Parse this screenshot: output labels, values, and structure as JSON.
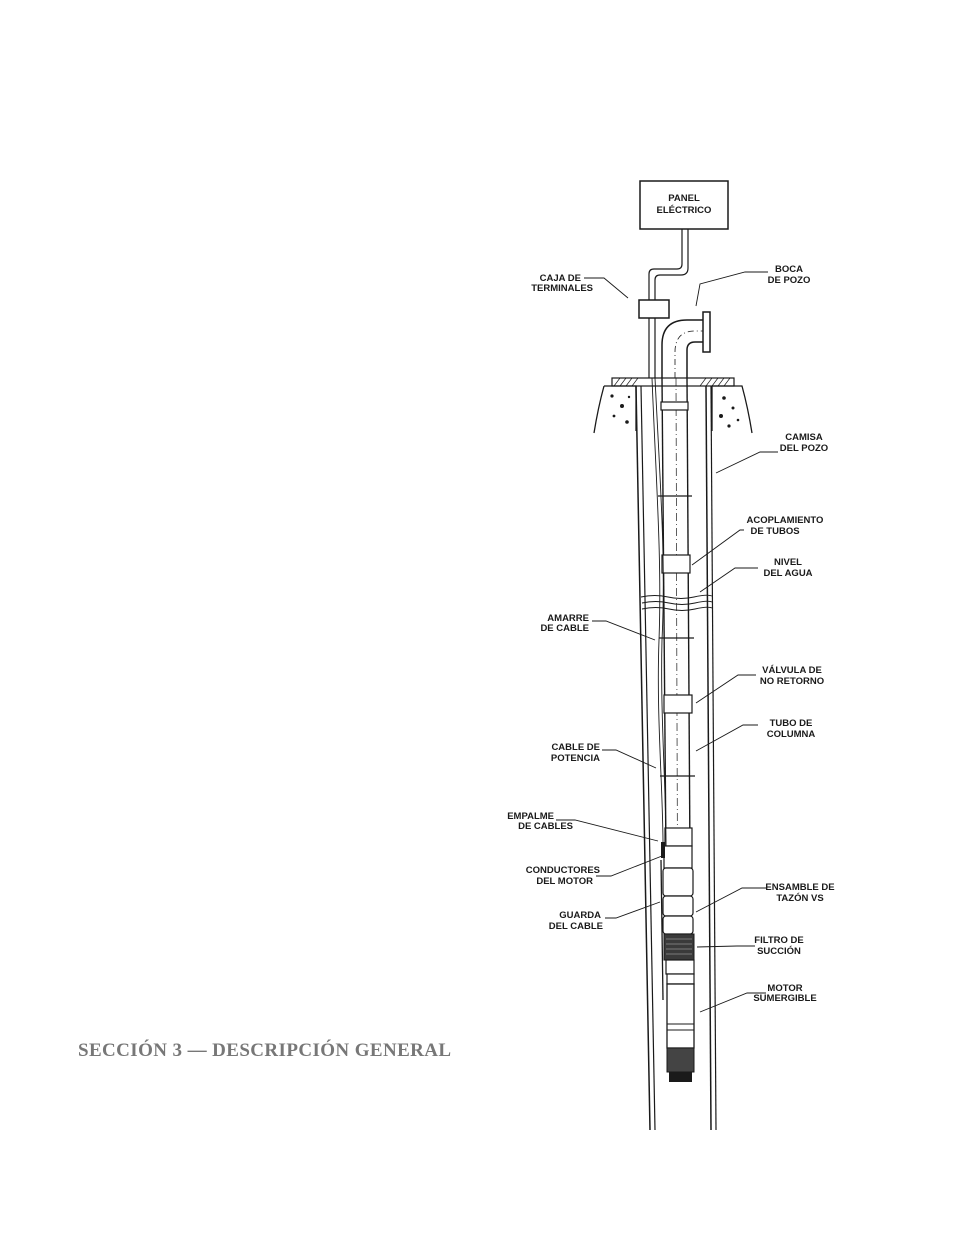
{
  "diagram": {
    "panel": [
      "PANEL",
      "ELÉCTRICO"
    ],
    "labels": {
      "caja_terminales": [
        "CAJA DE",
        "TERMINALES"
      ],
      "boca_pozo": [
        "BOCA",
        "DE POZO"
      ],
      "camisa_pozo": [
        "CAMISA",
        "DEL POZO"
      ],
      "acoplamiento_tubos": [
        "ACOPLAMIENTO",
        "DE TUBOS"
      ],
      "nivel_agua": [
        "NIVEL",
        "DEL AGUA"
      ],
      "amarre_cable": [
        "AMARRE",
        "DE CABLE"
      ],
      "valvula_no_retorno": [
        "VÁLVULA DE",
        "NO RETORNO"
      ],
      "tubo_columna": [
        "TUBO DE",
        "COLUMNA"
      ],
      "cable_potencia": [
        "CABLE DE",
        "POTENCIA"
      ],
      "empalme_cables": [
        "EMPALME",
        "DE CABLES"
      ],
      "conductores_motor": [
        "CONDUCTORES",
        "DEL MOTOR"
      ],
      "ensamble_tazon": [
        "ENSAMBLE DE",
        "TAZÓN VS"
      ],
      "guarda_cable": [
        "GUARDA",
        "DEL CABLE"
      ],
      "filtro_succion": [
        "FILTRO DE",
        "SUCCIÓN"
      ],
      "motor_sumergible": [
        "MOTOR",
        "SUMERGIBLE"
      ]
    }
  },
  "section_heading": "SECCIÓN 3 — DESCRIPCIÓN GENERAL"
}
